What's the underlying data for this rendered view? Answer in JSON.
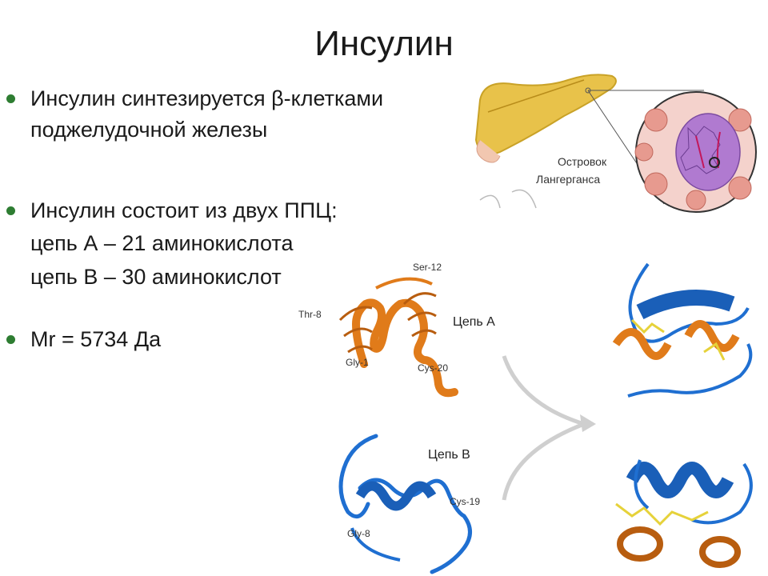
{
  "title": "Инсулин",
  "bullets": [
    {
      "line1": "Инсулин синтезируется β-клетками",
      "line2": "поджелудочной железы"
    },
    {
      "line1": "Инсулин состоит из двух ППЦ:",
      "line2": "цепь А – 21 аминокислота",
      "line3": "цепь В – 30 аминокислот"
    },
    {
      "line1": "Mr = 5734 Да"
    }
  ],
  "figure": {
    "islet_label_1": "Островок",
    "islet_label_2": "Лангерганса",
    "chain_a_label": "Цепь А",
    "chain_b_label": "Цепь В",
    "residues": {
      "ser12": "Ser-12",
      "thr8": "Thr-8",
      "gly1": "Gly-1",
      "cys20": "Cys-20",
      "cys19": "Cys-19",
      "gly8": "Gly-8"
    }
  },
  "colors": {
    "bullet": "#2e7d32",
    "chain_a": "#e07b1a",
    "chain_b": "#1f6fd1",
    "disulfide": "#e6d23a",
    "pancreas": "#e8c24a",
    "islet": "#b07ad0"
  }
}
